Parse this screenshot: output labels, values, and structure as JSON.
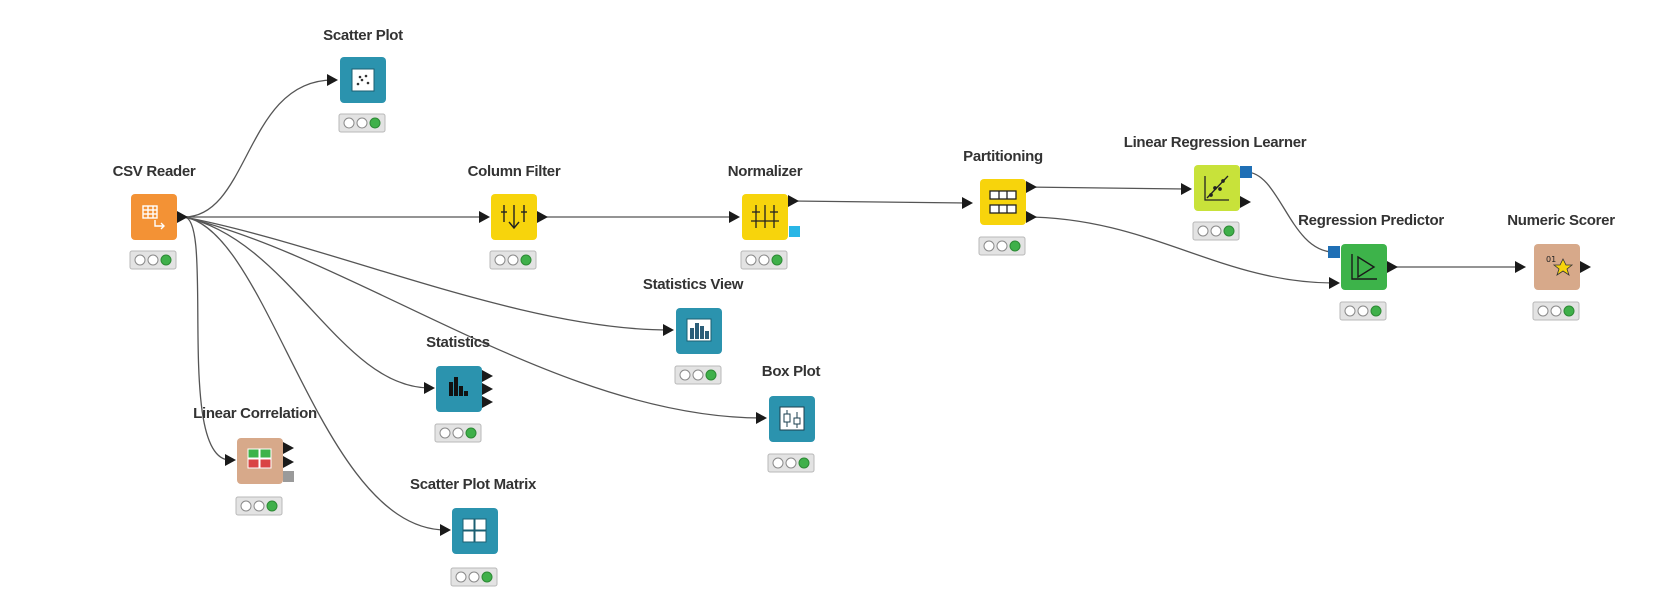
{
  "workflow": {
    "nodes": [
      {
        "id": "csv_reader",
        "label": "CSV Reader",
        "icon": "table-arrow-icon",
        "color": "#f39235",
        "status": "executed"
      },
      {
        "id": "scatter_plot",
        "label": "Scatter Plot",
        "icon": "scatter-icon",
        "color": "#2b93ae",
        "status": "executed"
      },
      {
        "id": "column_filter",
        "label": "Column Filter",
        "icon": "column-filter-icon",
        "color": "#f7d40c",
        "status": "executed"
      },
      {
        "id": "normalizer",
        "label": "Normalizer",
        "icon": "normalizer-icon",
        "color": "#f7d40c",
        "status": "executed"
      },
      {
        "id": "partitioning",
        "label": "Partitioning",
        "icon": "partition-icon",
        "color": "#f7d40c",
        "status": "executed"
      },
      {
        "id": "lr_learner",
        "label": "Linear Regression Learner",
        "icon": "regression-chart-icon",
        "color": "#c8e23a",
        "status": "executed"
      },
      {
        "id": "regression_predictor",
        "label": "Regression Predictor",
        "icon": "predictor-icon",
        "color": "#3db34a",
        "status": "executed"
      },
      {
        "id": "numeric_scorer",
        "label": "Numeric Scorer",
        "icon": "scorer-star-icon",
        "color": "#d7a98a",
        "status": "executed"
      },
      {
        "id": "statistics_view",
        "label": "Statistics View",
        "icon": "bar-chart-icon",
        "color": "#2b93ae",
        "status": "executed"
      },
      {
        "id": "statistics",
        "label": "Statistics",
        "icon": "statistics-icon",
        "color": "#2b93ae",
        "status": "executed"
      },
      {
        "id": "box_plot",
        "label": "Box Plot",
        "icon": "box-plot-icon",
        "color": "#2b93ae",
        "status": "executed"
      },
      {
        "id": "linear_correlation",
        "label": "Linear Correlation",
        "icon": "correlation-matrix-icon",
        "color": "#d7a98a",
        "status": "executed"
      },
      {
        "id": "scatter_matrix",
        "label": "Scatter Plot Matrix",
        "icon": "scatter-matrix-icon",
        "color": "#2b93ae",
        "status": "executed"
      }
    ],
    "connections": [
      [
        "csv_reader",
        "scatter_plot"
      ],
      [
        "csv_reader",
        "column_filter"
      ],
      [
        "csv_reader",
        "statistics_view"
      ],
      [
        "csv_reader",
        "statistics"
      ],
      [
        "csv_reader",
        "box_plot"
      ],
      [
        "csv_reader",
        "linear_correlation"
      ],
      [
        "csv_reader",
        "scatter_matrix"
      ],
      [
        "column_filter",
        "normalizer"
      ],
      [
        "normalizer",
        "partitioning"
      ],
      [
        "partitioning",
        "lr_learner"
      ],
      [
        "partitioning",
        "regression_predictor"
      ],
      [
        "lr_learner",
        "regression_predictor"
      ],
      [
        "regression_predictor",
        "numeric_scorer"
      ]
    ],
    "colors": {
      "edge": "#555555",
      "status_green": "#3fb04a",
      "model_port": "#1f6fb5",
      "normalizer_port": "#29b6e6",
      "correlation_port": "#9a9a9a"
    }
  }
}
